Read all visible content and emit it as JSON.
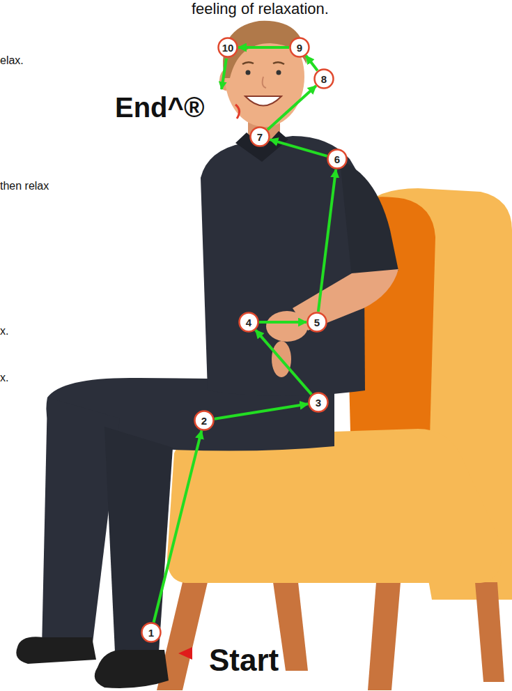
{
  "diagram": {
    "nodes": [
      {
        "text": [
          "1"
        ]
      },
      {
        "text": [
          "2"
        ]
      },
      {
        "text": [
          "3"
        ]
      },
      {
        "text": [
          "4"
        ]
      },
      {
        "text": [
          "5"
        ]
      },
      {
        "text": [
          "6"
        ]
      },
      {
        "text": [
          "7"
        ]
      },
      {
        "text": [
          "8"
        ]
      },
      {
        "text": [
          "9"
        ]
      },
      {
        "text": [
          "10"
        ]
      }
    ],
    "edges": [
      {
        "from": 0,
        "to": 1,
        "arrow": "to"
      },
      {
        "from": 1,
        "to": 2,
        "arrow": "to"
      },
      {
        "from": 2,
        "to": 3,
        "arrow": "to"
      },
      {
        "from": 3,
        "to": 4,
        "arrow": "to"
      },
      {
        "from": 4,
        "to": 5,
        "arrow": "to"
      },
      {
        "from": 5,
        "to": 6,
        "arrow": "to"
      },
      {
        "from": 6,
        "to": 7,
        "arrow": "to"
      },
      {
        "from": 7,
        "to": 8,
        "arrow": "to"
      },
      {
        "from": 8,
        "to": 9,
        "arrow": "to"
      }
    ],
    "labels": [
      "Start",
      "End^®",
      "feeling of relaxation.",
      "elax.",
      "then relax",
      "x.",
      "x."
    ]
  }
}
